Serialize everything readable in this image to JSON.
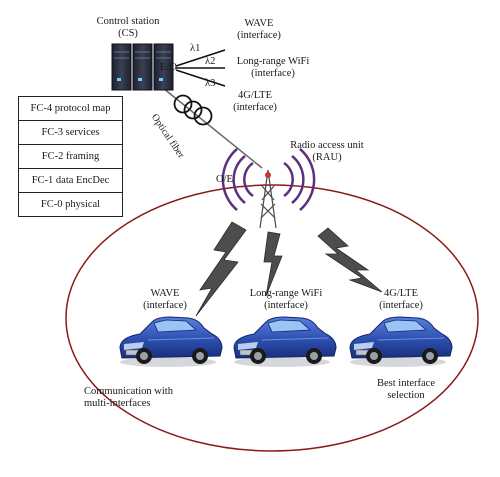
{
  "control_station": {
    "name": "Control station",
    "abbr": "(CS)",
    "eo_label": "E/O"
  },
  "wavelengths": [
    "λ1",
    "λ2",
    "λ3"
  ],
  "interfaces_top": [
    {
      "name": "WAVE",
      "sub": "(interface)"
    },
    {
      "name": "Long-range WiFi",
      "sub": "(interface)"
    },
    {
      "name": "4G/LTE",
      "sub": "(interface)"
    }
  ],
  "fiber_label": "Optical fiber",
  "rau": {
    "name": "Radio access unit",
    "abbr": "(RAU)",
    "oe_label": "O/E"
  },
  "fc_stack": [
    "FC-4 protocol map",
    "FC-3 services",
    "FC-2 framing",
    "FC-1 data EncDec",
    "FC-0 physical"
  ],
  "cars": [
    {
      "name": "WAVE",
      "sub": "(interface)"
    },
    {
      "name": "Long-range WiFi",
      "sub": "(interface)"
    },
    {
      "name": "4G/LTE",
      "sub": "(interface)"
    }
  ],
  "bottom_left_note": {
    "line1": "Communication with",
    "line2": "multi-interfaces"
  },
  "bottom_right_note": {
    "line1": "Best interface",
    "line2": "selection"
  },
  "colors": {
    "car_body": "#2d4fb0",
    "car_shadow": "#17307a",
    "coverage_ring": "#8b1a1a",
    "lightning": "#4a4a4a",
    "rau_waves": "#5e2f7a",
    "server": "#2a2f3d"
  }
}
